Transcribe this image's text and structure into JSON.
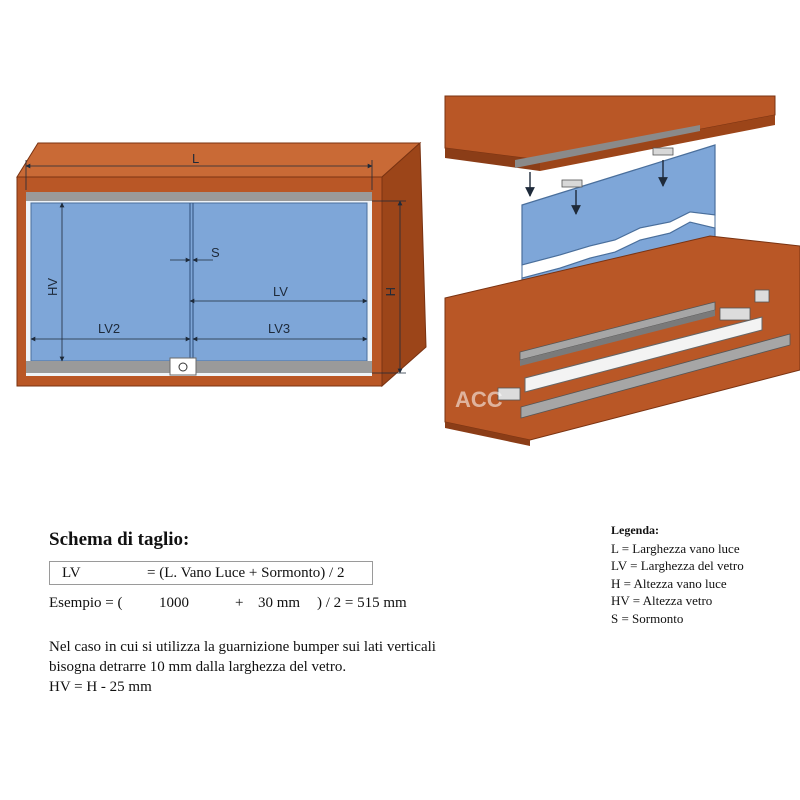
{
  "diagram_left": {
    "labels": {
      "l": "L",
      "h": "H",
      "hv": "HV",
      "s": "S",
      "lv": "LV",
      "lv2": "LV2",
      "lv3": "LV3"
    }
  },
  "diagram_right": {
    "watermark": "ACC"
  },
  "colors": {
    "wood": "#b95726",
    "wood_dark": "#8b3d17",
    "glass": "#7ea6d8",
    "rail": "#9a9a9a",
    "line": "#1e2a3a"
  },
  "schema": {
    "title": "Schema di taglio:",
    "formula_label": "LV",
    "formula_expr": "= (L. Vano Luce + Sormonto) / 2",
    "example_prefix": "Esempio = (",
    "example_a": "1000",
    "example_plus": "+",
    "example_b": "30 mm",
    "example_suffix": ") / 2 = 515 mm"
  },
  "note": {
    "line1": "Nel caso in cui si utilizza la guarnizione bumper sui lati verticali",
    "line2": "bisogna detrarre 10 mm dalla larghezza del vetro.",
    "line3": "HV = H - 25 mm"
  },
  "legend": {
    "title": "Legenda:",
    "items": [
      "L = Larghezza vano luce",
      "LV = Larghezza del vetro",
      "H = Altezza vano luce",
      "HV = Altezza vetro",
      "S = Sormonto"
    ]
  }
}
